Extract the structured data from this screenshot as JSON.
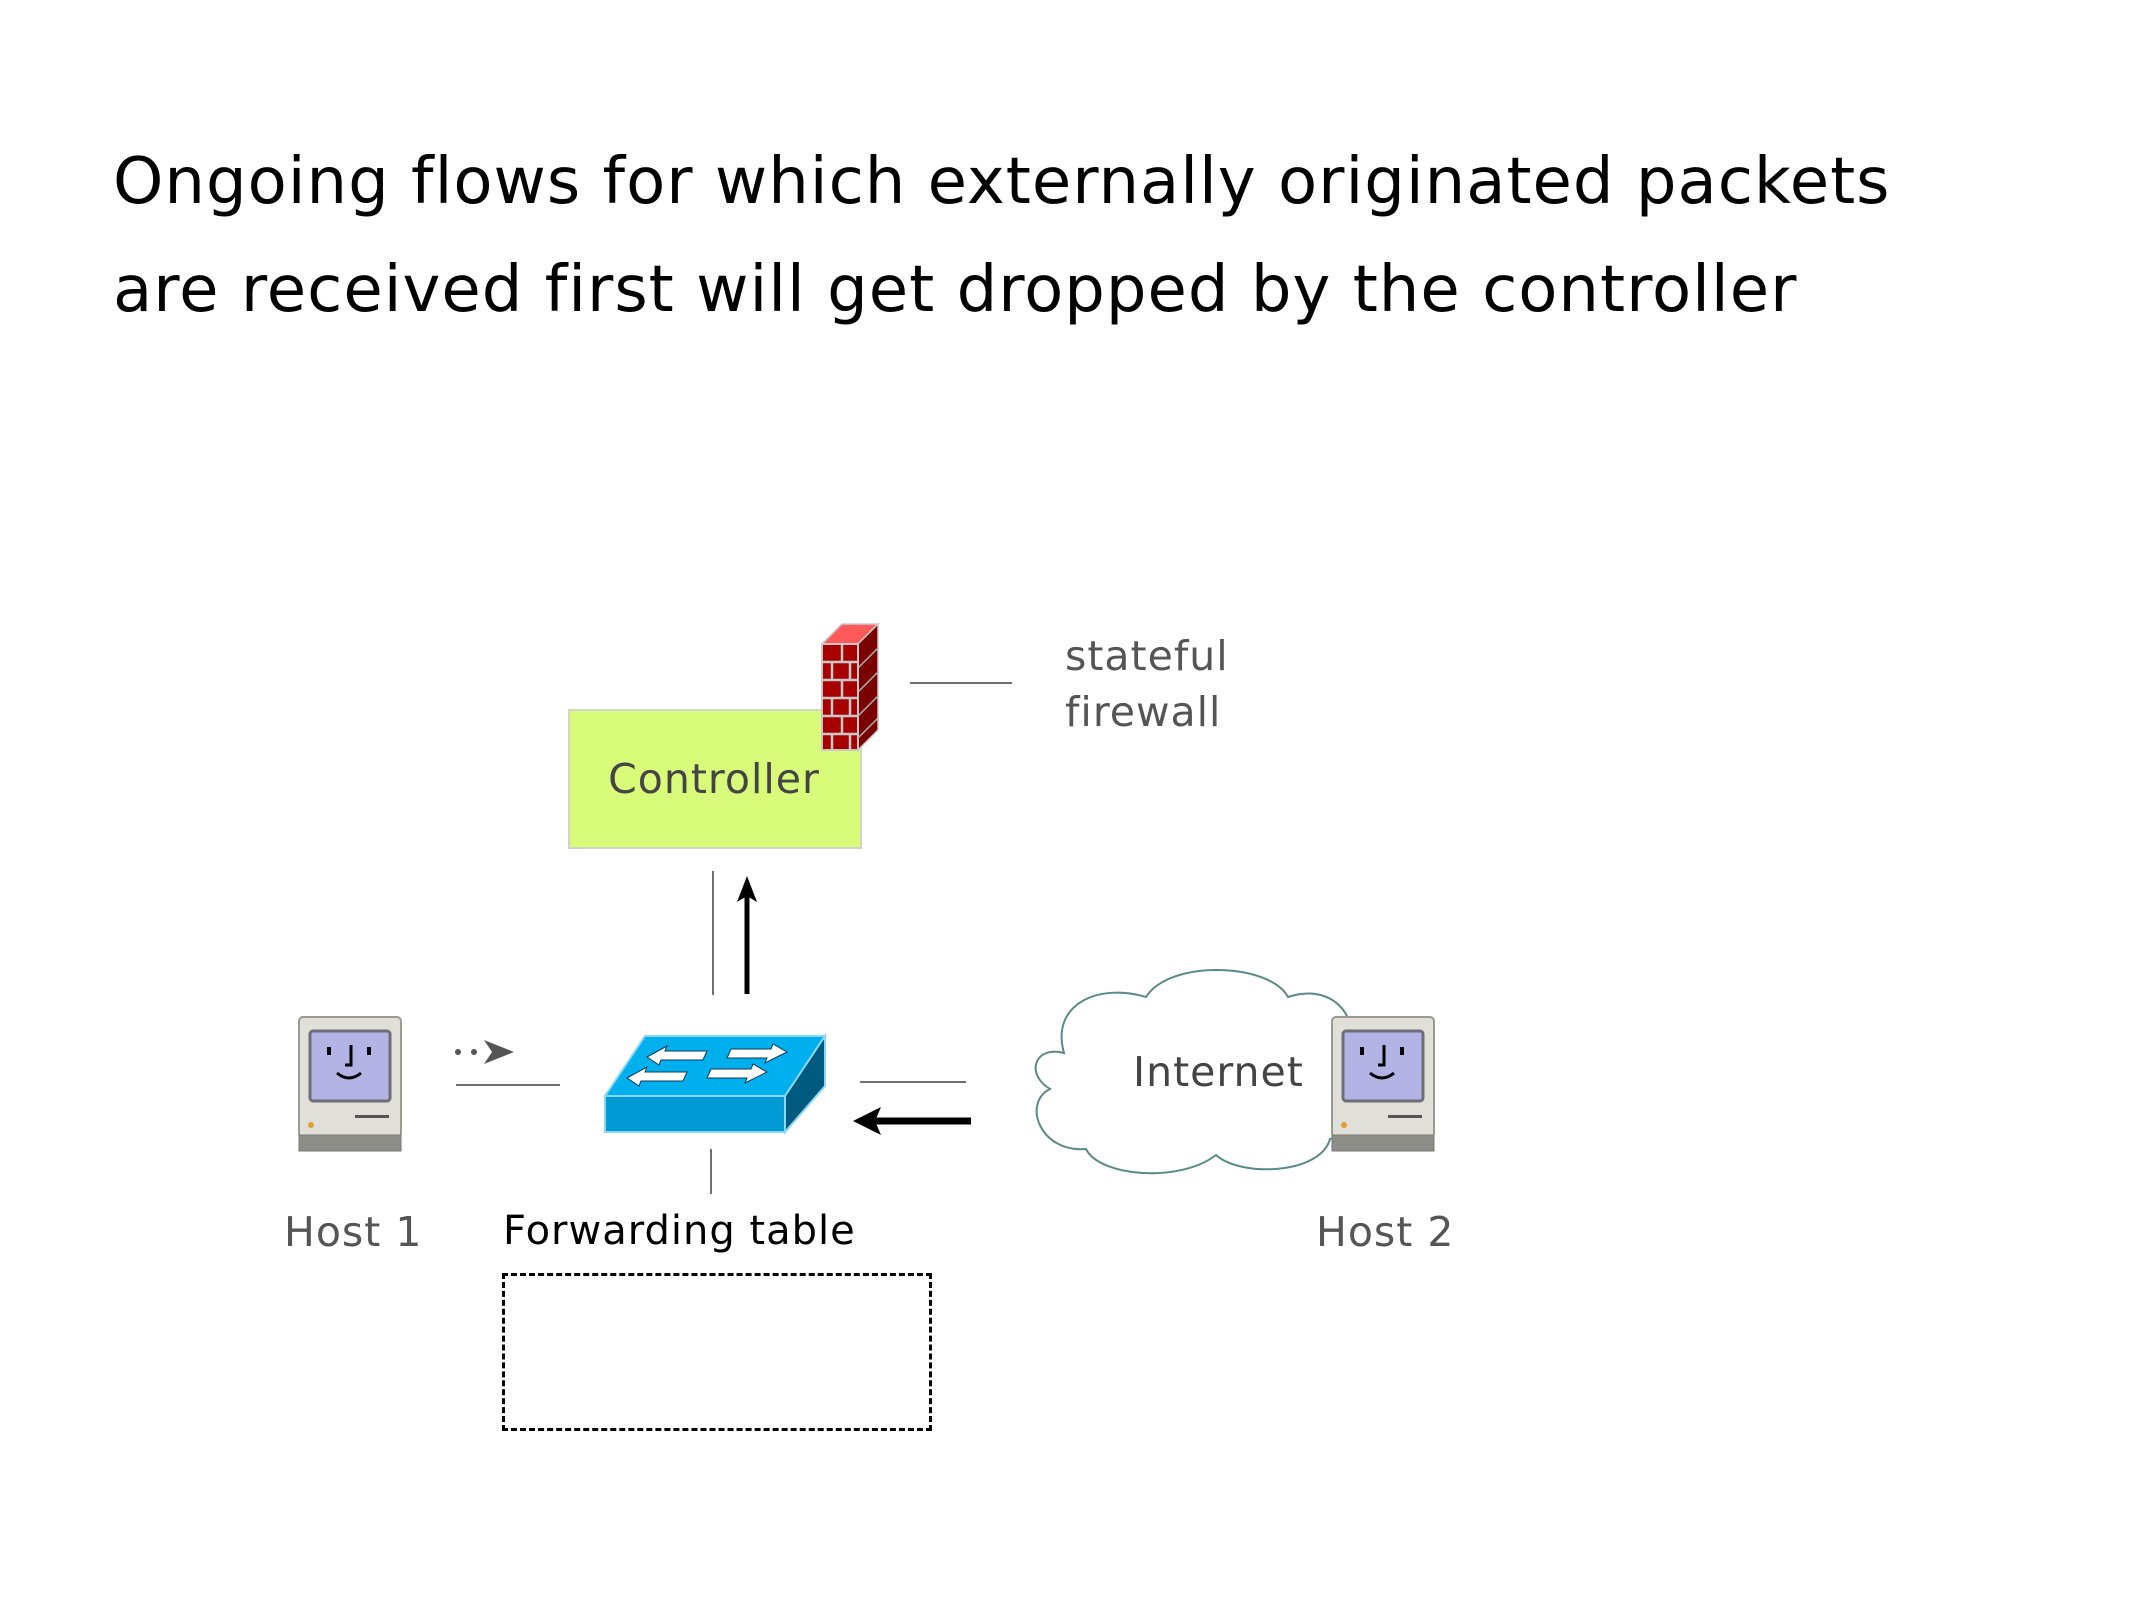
{
  "slide": {
    "title_lines": [
      "Ongoing flows for which externally originated packets",
      "are received first will get dropped by the controller"
    ]
  },
  "diagram": {
    "controller": {
      "label": "Controller",
      "fill_color": "#d8fb7a"
    },
    "firewall": {
      "label_lines": [
        "stateful",
        "firewall"
      ],
      "icon": "brick-firewall-icon",
      "color": "#a00000"
    },
    "switch": {
      "icon": "network-switch-icon",
      "color": "#0099d6"
    },
    "forwarding_table": {
      "label": "Forwarding table",
      "entries": []
    },
    "host1": {
      "label": "Host 1",
      "icon": "classic-mac-computer-icon"
    },
    "host2": {
      "label": "Host 2",
      "icon": "classic-mac-computer-icon"
    },
    "internet": {
      "label": "Internet",
      "icon": "cloud-icon",
      "stroke_color": "#5a8a8c"
    },
    "arrows": [
      {
        "name": "switch-to-controller",
        "direction": "up",
        "style": "solid-bold"
      },
      {
        "name": "internet-to-switch",
        "direction": "left",
        "style": "solid-bold"
      },
      {
        "name": "host1-to-switch",
        "direction": "right",
        "style": "dotted"
      }
    ]
  }
}
